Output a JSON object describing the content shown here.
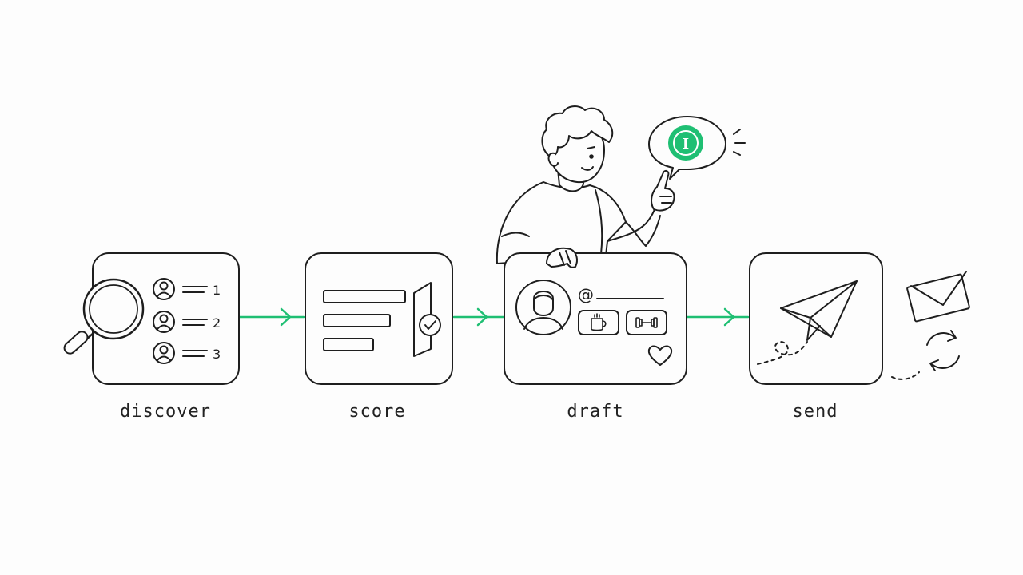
{
  "colors": {
    "ink": "#1e1e1e",
    "accent": "#1fbf73",
    "background": "#fdfdfd"
  },
  "steps": [
    {
      "label": "discover",
      "icon": "magnifier-icon"
    },
    {
      "label": "score",
      "icon": "score-bars-icon"
    },
    {
      "label": "draft",
      "icon": "profile-card-icon"
    },
    {
      "label": "send",
      "icon": "paper-plane-icon"
    }
  ],
  "discover": {
    "list": [
      {
        "rank": "1"
      },
      {
        "rank": "2"
      },
      {
        "rank": "3"
      }
    ]
  },
  "draft": {
    "handle_prefix": "@",
    "speech_badge": "I",
    "interest_icons": [
      "coffee-icon",
      "dumbbell-icon"
    ]
  },
  "send": {
    "extra_icons": [
      "envelope-icon",
      "refresh-icon"
    ]
  }
}
